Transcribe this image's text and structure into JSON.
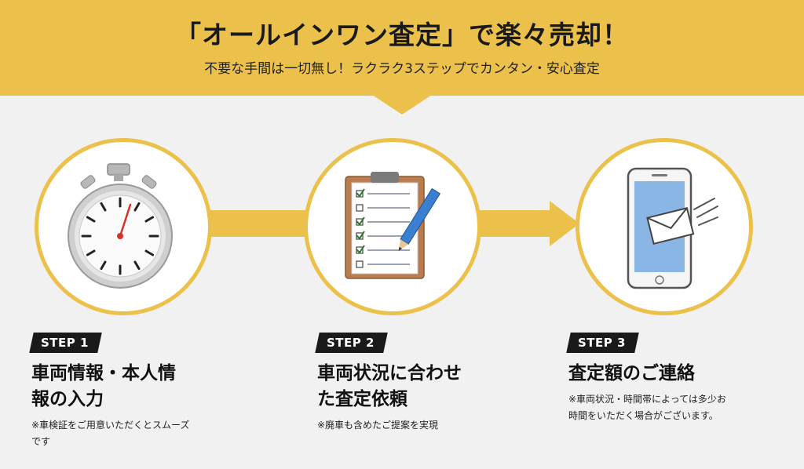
{
  "header": {
    "title": "「オールインワン査定」で楽々売却！",
    "subtitle": "不要な手間は一切無し！ラクラク3ステップでカンタン・安心査定"
  },
  "steps": [
    {
      "badge": "STEP 1",
      "title_line1": "車両情報・本人情",
      "title_line2": "報の入力",
      "note_line1": "※車検証をご用意いただくとスムーズ",
      "note_line2": "です",
      "icon": "stopwatch-icon"
    },
    {
      "badge": "STEP 2",
      "title_line1": "車両状況に合わせ",
      "title_line2": "た査定依頼",
      "note_line1": "※廃車も含めたご提案を実現",
      "note_line2": "",
      "icon": "clipboard-checklist-icon"
    },
    {
      "badge": "STEP 3",
      "title_line1": "査定額のご連絡",
      "title_line2": "",
      "note_line1": "※車両状況・時間帯によっては多少お",
      "note_line2": "時間をいただく場合がございます。",
      "icon": "smartphone-mail-icon"
    }
  ],
  "colors": {
    "accent": "#ecc14b",
    "background": "#f1f1f1",
    "badge": "#1a1a1a"
  }
}
